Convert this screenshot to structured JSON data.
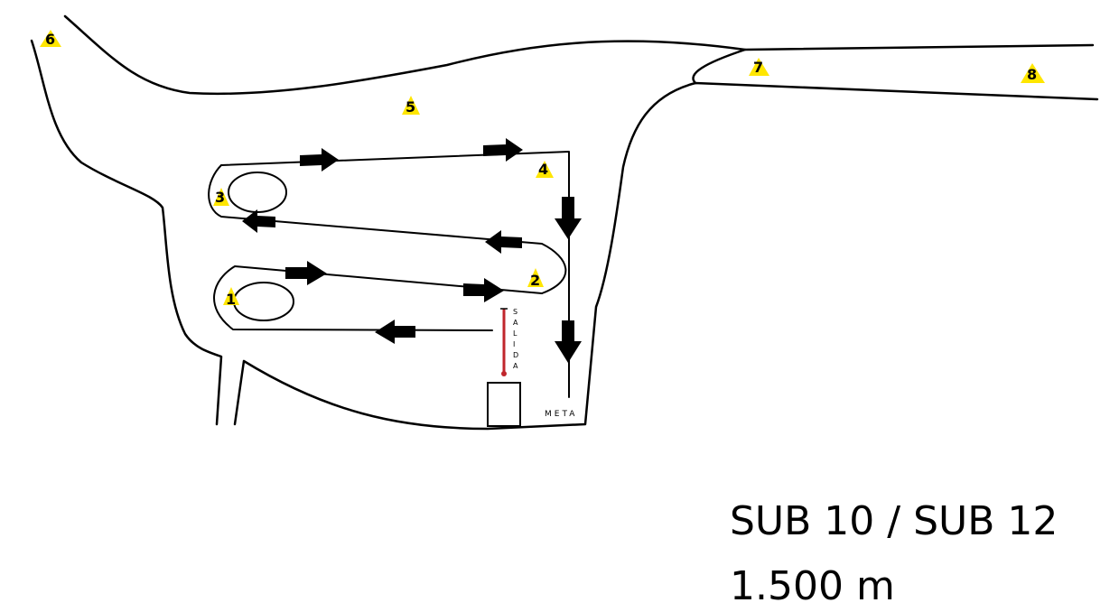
{
  "colors": {
    "background": "#ffffff",
    "outline": "#000000",
    "marker_fill": "#ffe600",
    "start_line": "#c0262c"
  },
  "markers": [
    {
      "id": "1",
      "label": "1",
      "icon": "triangle-marker"
    },
    {
      "id": "2",
      "label": "2",
      "icon": "triangle-marker"
    },
    {
      "id": "3",
      "label": "3",
      "icon": "triangle-marker"
    },
    {
      "id": "4",
      "label": "4",
      "icon": "triangle-marker"
    },
    {
      "id": "5",
      "label": "5",
      "icon": "triangle-marker"
    },
    {
      "id": "6",
      "label": "6",
      "icon": "triangle-marker"
    },
    {
      "id": "7",
      "label": "7",
      "icon": "triangle-marker"
    },
    {
      "id": "8",
      "label": "8",
      "icon": "triangle-marker"
    }
  ],
  "labels": {
    "start": "SALIDA",
    "finish": "META"
  },
  "caption": {
    "category": "SUB 10 / SUB 12",
    "distance": "1.500 m"
  }
}
